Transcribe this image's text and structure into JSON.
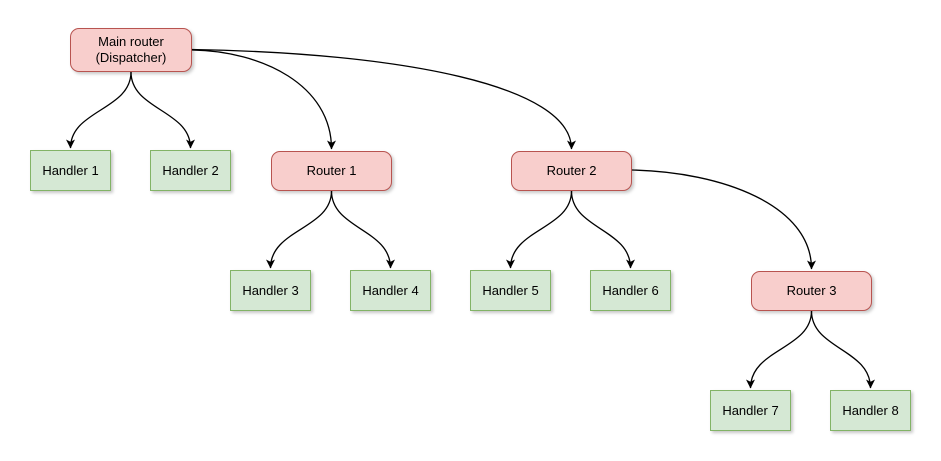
{
  "diagram": {
    "background": "#ffffff",
    "colors": {
      "router_fill": "#f8cecc",
      "router_stroke": "#b85450",
      "handler_fill": "#d5e8d4",
      "handler_stroke": "#82b366",
      "edge_stroke": "#000000",
      "text": "#000000"
    },
    "nodes": {
      "main": {
        "label": "Main router (Dispatcher)",
        "label_line1": "Main router",
        "label_line2": "(Dispatcher)",
        "type": "router"
      },
      "handler1": {
        "label": "Handler 1",
        "type": "handler"
      },
      "handler2": {
        "label": "Handler 2",
        "type": "handler"
      },
      "router1": {
        "label": "Router 1",
        "type": "router"
      },
      "router2": {
        "label": "Router 2",
        "type": "router"
      },
      "handler3": {
        "label": "Handler 3",
        "type": "handler"
      },
      "handler4": {
        "label": "Handler 4",
        "type": "handler"
      },
      "handler5": {
        "label": "Handler 5",
        "type": "handler"
      },
      "handler6": {
        "label": "Handler 6",
        "type": "handler"
      },
      "router3": {
        "label": "Router 3",
        "type": "router"
      },
      "handler7": {
        "label": "Handler 7",
        "type": "handler"
      },
      "handler8": {
        "label": "Handler 8",
        "type": "handler"
      }
    },
    "edges": [
      {
        "from": "main",
        "to": "handler1"
      },
      {
        "from": "main",
        "to": "handler2"
      },
      {
        "from": "main",
        "to": "router1"
      },
      {
        "from": "main",
        "to": "router2"
      },
      {
        "from": "router1",
        "to": "handler3"
      },
      {
        "from": "router1",
        "to": "handler4"
      },
      {
        "from": "router2",
        "to": "handler5"
      },
      {
        "from": "router2",
        "to": "handler6"
      },
      {
        "from": "router2",
        "to": "router3"
      },
      {
        "from": "router3",
        "to": "handler7"
      },
      {
        "from": "router3",
        "to": "handler8"
      }
    ]
  }
}
